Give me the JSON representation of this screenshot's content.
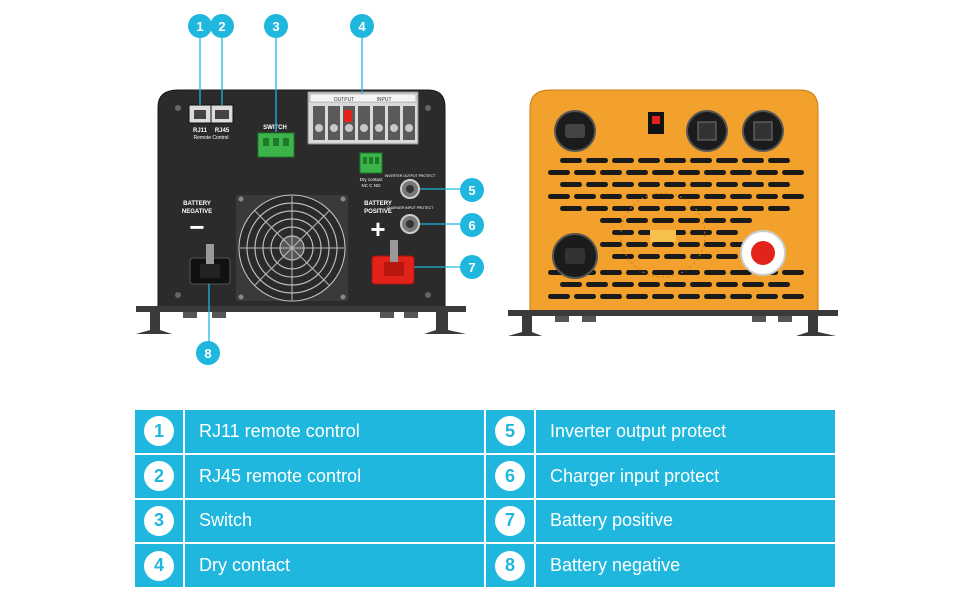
{
  "callouts": [
    {
      "num": "1",
      "label": "RJ11 remote control"
    },
    {
      "num": "2",
      "label": "RJ45 remote control"
    },
    {
      "num": "3",
      "label": "Switch"
    },
    {
      "num": "4",
      "label": "Dry contact"
    },
    {
      "num": "5",
      "label": "Inverter output protect"
    },
    {
      "num": "6",
      "label": "Charger input protect"
    },
    {
      "num": "7",
      "label": "Battery positive"
    },
    {
      "num": "8",
      "label": "Battery negative"
    }
  ],
  "panel": {
    "rj11": "RJ11",
    "rj45": "RJ45",
    "remote_control": "Remote Control",
    "switch": "SWITCH",
    "output": "OUTPUT",
    "input": "INPUT",
    "dry_contact": "Dry contact",
    "dry_pins": "NC  C  NO",
    "inverter_output_protect": "INVERTER OUTPUT PROTECT",
    "charger_input_protect": "CHARGER INPUT PROTECT",
    "battery_negative_line1": "BATTERY",
    "battery_negative_line2": "NEGATIVE",
    "battery_positive_line1": "BATTERY",
    "battery_positive_line2": "POSITIVE",
    "minus": "−",
    "plus": "+"
  },
  "colors": {
    "accent": "#1fb7dd",
    "panel_dark": "#2b2b2b",
    "panel_orange": "#f2a12c",
    "terminal_red": "#e2231a",
    "switch_green": "#3bb54a"
  }
}
